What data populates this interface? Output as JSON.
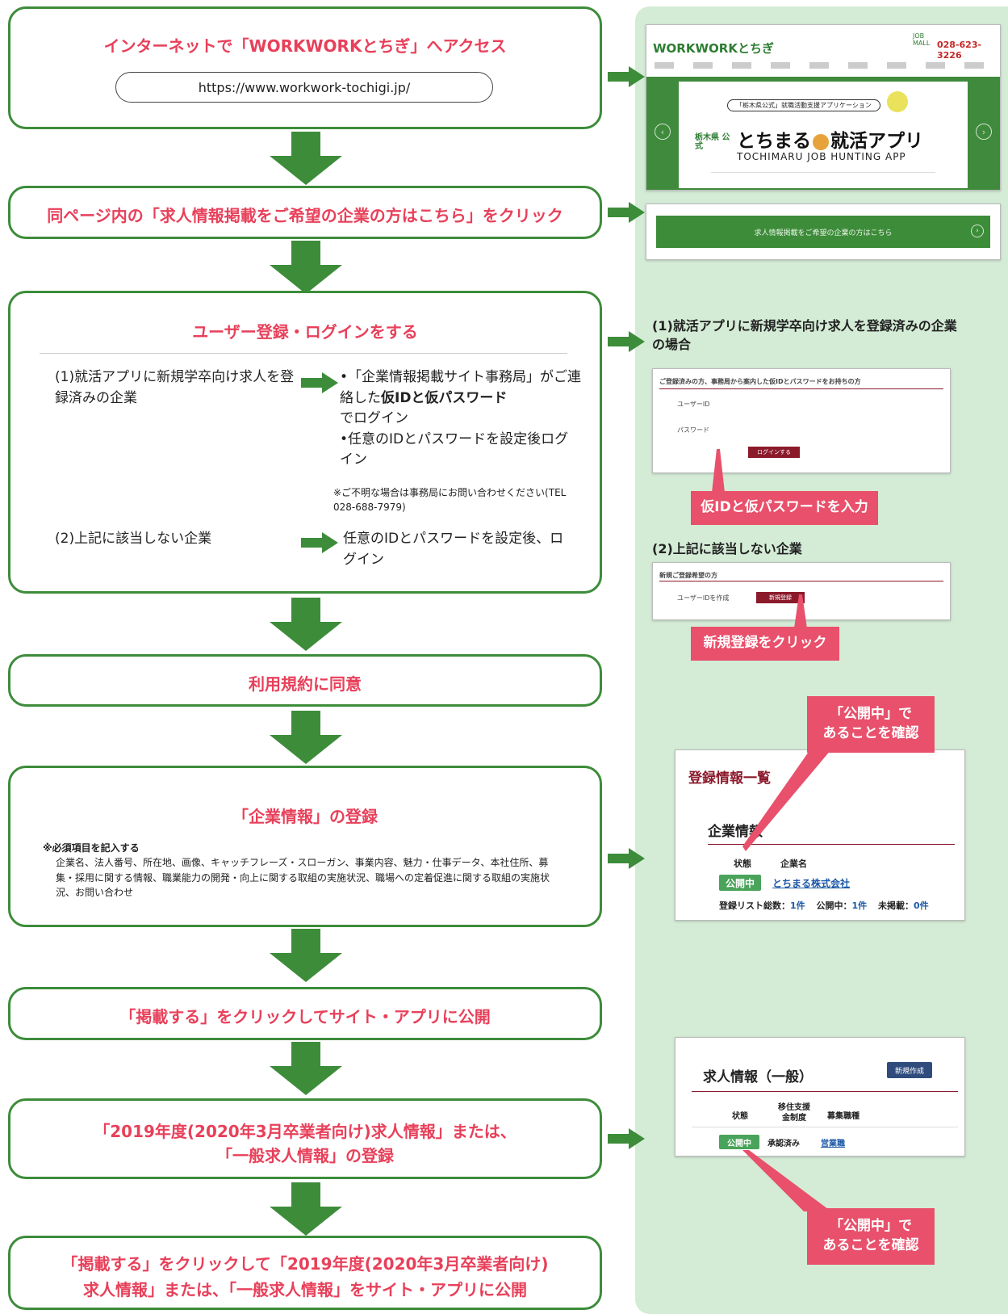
{
  "steps": {
    "s1": {
      "title": "インターネットで「WORKWORKとちぎ」へアクセス",
      "url": "https://www.workwork-tochigi.jp/"
    },
    "s2": {
      "title": "同ページ内の「求人情報掲載をご希望の企業の方はこちら」をクリック"
    },
    "s3": {
      "title": "ユーザー登録・ログインをする",
      "case1_label": "(1)就活アプリに新規学卒向け求人を登録済みの企業",
      "case1_bullet1_a": "•「企業情報掲載サイト事務局」がご連絡した",
      "case1_bullet1_b": "仮IDと仮パスワード",
      "case1_bullet1_c": "でログイン",
      "case1_bullet2": "•任意のIDとパスワードを設定後ログイン",
      "case1_note": "※ご不明な場合は事務局にお問い合わせください(TEL 028-688-7979)",
      "case2_label": "(2)上記に該当しない企業",
      "case2_text": "任意のIDとパスワードを設定後、ログイン"
    },
    "s4": {
      "title": "利用規約に同意"
    },
    "s5": {
      "title": "「企業情報」の登録",
      "note_title": "※必須項目を記入する",
      "note_body": "企業名、法人番号、所在地、画像、キャッチフレーズ・スローガン、事業内容、魅力・仕事データ、本社住所、募集・採用に関する情報、職業能力の開発・向上に関する取組の実施状況、職場への定着促進に関する取組の実施状況、お問い合わせ"
    },
    "s6": {
      "title": "「掲載する」をクリックしてサイト・アプリに公開"
    },
    "s7": {
      "title_line1": "「2019年度(2020年3月卒業者向け)求人情報」または、",
      "title_line2": "「一般求人情報」の登録"
    },
    "s8": {
      "title_line1": "「掲載する」をクリックして「2019年度(2020年3月卒業者向け)",
      "title_line2": "求人情報」または、「一般求人情報」をサイト・アプリに公開"
    }
  },
  "side": {
    "site": {
      "logo": "WORKWORKとちぎ",
      "tel": "028-623-3226",
      "job_mall": "JOB MALL",
      "banner_pref": "栃木県 公式",
      "banner_app": "とちまる",
      "banner_app2": "就活アプリ",
      "banner_en": "TOCHIMARU JOB HUNTING APP",
      "banner_tag": "「栃木県公式」就職活動支援アプリケーション"
    },
    "apply_button": "求人情報掲載をご希望の企業の方はこちら",
    "login_case1_heading": "(1)就活アプリに新規学卒向け求人を登録済みの企業の場合",
    "login_form_title": "ご登録済みの方、事務局から案内した仮IDとパスワードをお持ちの方",
    "login_user_field": "ユーザーID",
    "login_pass_field": "パスワード",
    "login_button": "ログインする",
    "callout_input": "仮IDと仮パスワードを入力",
    "login_case2_heading": "(2)上記に該当しない企業",
    "new_form_title": "新規ご登録希望の方",
    "new_user_field": "ユーザーIDを作成",
    "new_button": "新規登録",
    "callout_new": "新規登録をクリック",
    "callout_public_1": "「公開中」で\nあることを確認",
    "reg": {
      "heading": "登録情報一覧",
      "sub": "企業情報",
      "col_status": "状態",
      "col_name": "企業名",
      "status": "公開中",
      "company": "とちまる株式会社",
      "summary_total_label": "登録リスト総数：",
      "summary_total": "1件",
      "summary_public_label": "公開中：",
      "summary_public": "1件",
      "summary_unpub_label": "未掲載：",
      "summary_unpub": "0件"
    },
    "job": {
      "heading": "求人情報（一般）",
      "new_btn": "新規作成",
      "col_status": "状態",
      "col_support": "移住支援金制度",
      "col_job": "募集職種",
      "status": "公開中",
      "approved": "承認済み",
      "job_name": "営業職"
    },
    "callout_public_2": "「公開中」で\nあることを確認"
  },
  "colors": {
    "green": "#3d8c3a",
    "pink": "#e8405a",
    "side_bg": "#d4ecd6",
    "badge": "#4aa35a"
  }
}
